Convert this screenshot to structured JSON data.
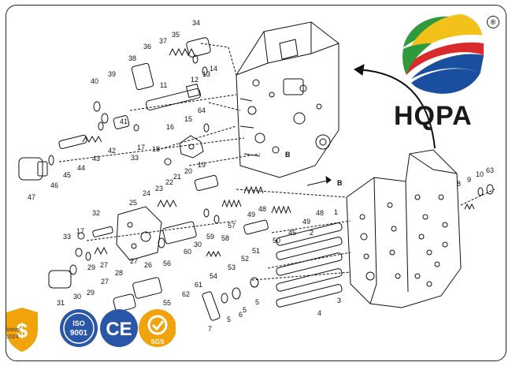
{
  "brand": {
    "name": "HQPA",
    "registered": "®"
  },
  "diagram": {
    "callouts": [
      {
        "id": "c34",
        "text": "34"
      },
      {
        "id": "c37",
        "text": "37"
      },
      {
        "id": "c35",
        "text": "35"
      },
      {
        "id": "c36",
        "text": "36"
      },
      {
        "id": "c38",
        "text": "38"
      },
      {
        "id": "c40",
        "text": "40"
      },
      {
        "id": "c39",
        "text": "39"
      },
      {
        "id": "c11",
        "text": "11"
      },
      {
        "id": "c12",
        "text": "12"
      },
      {
        "id": "c13",
        "text": "13"
      },
      {
        "id": "c14",
        "text": "14"
      },
      {
        "id": "c41",
        "text": "41"
      },
      {
        "id": "c42",
        "text": "42"
      },
      {
        "id": "c64",
        "text": "64"
      },
      {
        "id": "c16",
        "text": "16"
      },
      {
        "id": "c15",
        "text": "15"
      },
      {
        "id": "c17a",
        "text": "17"
      },
      {
        "id": "c33a",
        "text": "33"
      },
      {
        "id": "c18",
        "text": "18"
      },
      {
        "id": "c43",
        "text": "43"
      },
      {
        "id": "c44",
        "text": "44"
      },
      {
        "id": "c45a",
        "text": "45"
      },
      {
        "id": "c46",
        "text": "46"
      },
      {
        "id": "c47",
        "text": "47"
      },
      {
        "id": "c20",
        "text": "20"
      },
      {
        "id": "c19",
        "text": "19"
      },
      {
        "id": "c21",
        "text": "21"
      },
      {
        "id": "c22",
        "text": "22"
      },
      {
        "id": "c23",
        "text": "23"
      },
      {
        "id": "c24",
        "text": "24"
      },
      {
        "id": "c25",
        "text": "25"
      },
      {
        "id": "c32",
        "text": "32"
      },
      {
        "id": "c17b",
        "text": "17"
      },
      {
        "id": "c33b",
        "text": "33"
      },
      {
        "id": "c29a",
        "text": "29"
      },
      {
        "id": "c27a",
        "text": "27"
      },
      {
        "id": "c28",
        "text": "28"
      },
      {
        "id": "c26",
        "text": "26"
      },
      {
        "id": "c27b",
        "text": "27"
      },
      {
        "id": "c56",
        "text": "56"
      },
      {
        "id": "c60",
        "text": "60"
      },
      {
        "id": "c59",
        "text": "59"
      },
      {
        "id": "c30a",
        "text": "30"
      },
      {
        "id": "c58",
        "text": "58"
      },
      {
        "id": "c57",
        "text": "57"
      },
      {
        "id": "c49a",
        "text": "49"
      },
      {
        "id": "c48a",
        "text": "48"
      },
      {
        "id": "c45b",
        "text": "45"
      },
      {
        "id": "c50",
        "text": "50"
      },
      {
        "id": "c51",
        "text": "51"
      },
      {
        "id": "c52",
        "text": "52"
      },
      {
        "id": "c53",
        "text": "53"
      },
      {
        "id": "c54",
        "text": "54"
      },
      {
        "id": "c61",
        "text": "61"
      },
      {
        "id": "c62",
        "text": "62"
      },
      {
        "id": "c55",
        "text": "55"
      },
      {
        "id": "c31",
        "text": "31"
      },
      {
        "id": "c30b",
        "text": "30"
      },
      {
        "id": "c29b",
        "text": "29"
      },
      {
        "id": "c27c",
        "text": "27"
      },
      {
        "id": "c49b",
        "text": "49"
      },
      {
        "id": "c48b",
        "text": "48"
      },
      {
        "id": "c1",
        "text": "1"
      },
      {
        "id": "c2",
        "text": "2"
      },
      {
        "id": "c3",
        "text": "3"
      },
      {
        "id": "c4",
        "text": "4"
      },
      {
        "id": "c5a",
        "text": "5"
      },
      {
        "id": "c5b",
        "text": "5"
      },
      {
        "id": "c5c",
        "text": "5"
      },
      {
        "id": "c6",
        "text": "6"
      },
      {
        "id": "c7",
        "text": "7"
      },
      {
        "id": "c8",
        "text": "8"
      },
      {
        "id": "c9",
        "text": "9"
      },
      {
        "id": "c10",
        "text": "10"
      },
      {
        "id": "c63",
        "text": "63"
      },
      {
        "id": "cB1",
        "text": "B"
      },
      {
        "id": "cB2",
        "text": "B"
      }
    ]
  },
  "certifications": {
    "iso": "ISO\n9001",
    "iso_top": "ISO",
    "iso_bottom": "9001",
    "ce": "CE",
    "sgs": "SGS",
    "small_line1": "Volvo",
    "small_line2": "1024"
  },
  "colors": {
    "logo_blue": "#1a4fa0",
    "logo_green": "#2e9a3c",
    "logo_red": "#d92b2b",
    "logo_yellow": "#f2c21b",
    "cert_orange": "#f0a30a",
    "cert_blue": "#2a56a8"
  }
}
